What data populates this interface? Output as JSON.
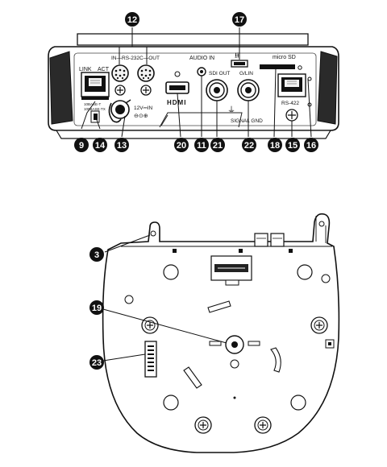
{
  "panel_labels": {
    "link": "LINK",
    "act": "ACT",
    "rs232c": "IN—RS-232C—OUT",
    "audio_in": "AUDIO IN",
    "micro_sd": "micro SD",
    "sdi_out": "SDI OUT",
    "g_lin": "G/LIN",
    "rs422": "RS-422",
    "signal_gnd": "SIGNAL GND",
    "dc_in": "12V⎓IN",
    "dc_polarity": "⊖⊙⊕",
    "lan_speed_1": "10BASE-T",
    "lan_speed_2": "100BASE-TX",
    "hdmi": "HDMI"
  },
  "callouts": {
    "c3": "3",
    "c9": "9",
    "c11": "11",
    "c12": "12",
    "c13": "13",
    "c14": "14",
    "c15": "15",
    "c16": "16",
    "c17": "17",
    "c18": "18",
    "c19": "19",
    "c20": "20",
    "c21": "21",
    "c22": "22",
    "c23": "23"
  }
}
